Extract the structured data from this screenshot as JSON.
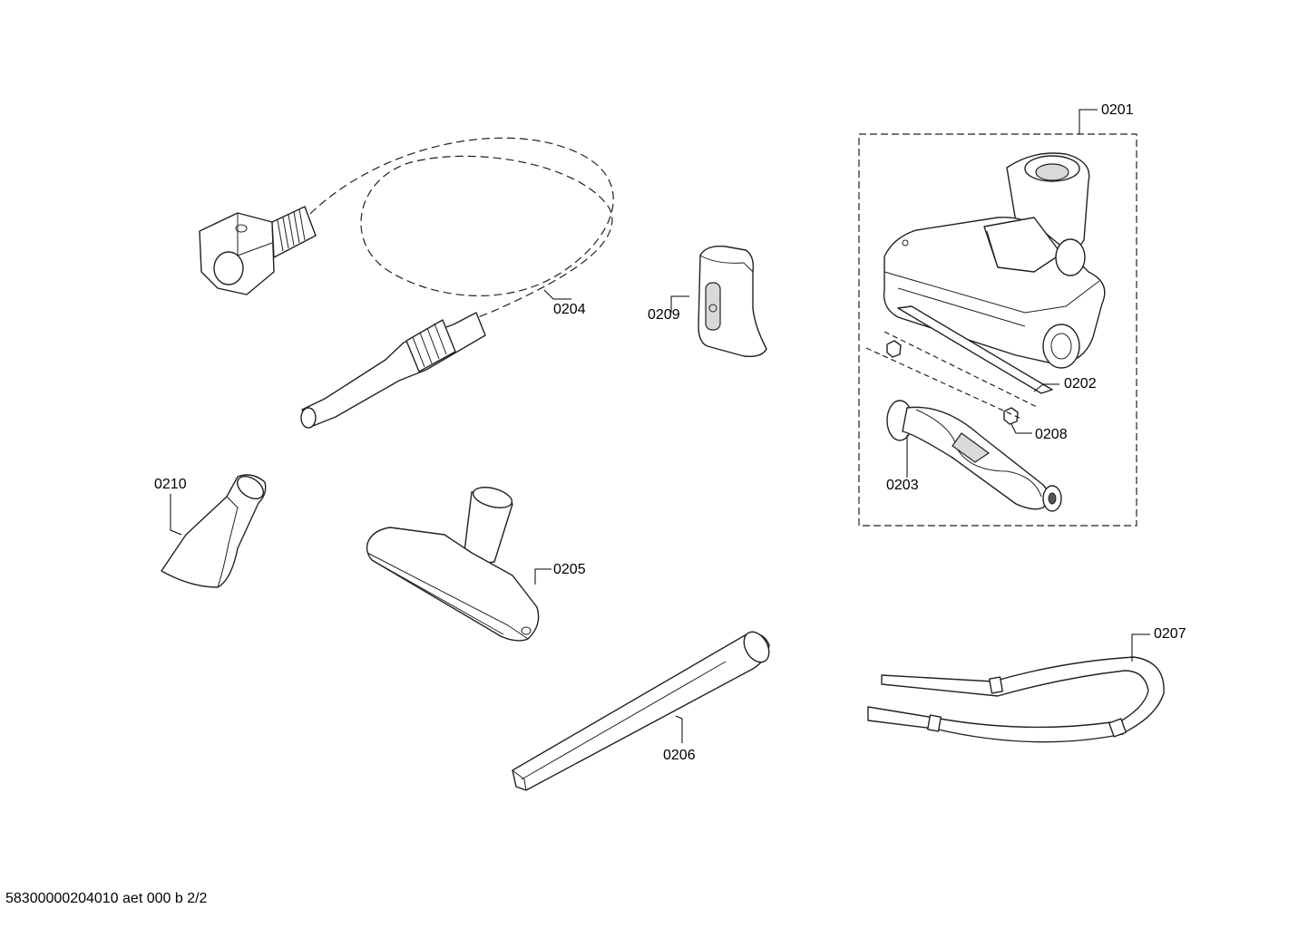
{
  "parts": [
    {
      "id": "0201",
      "label": "0201"
    },
    {
      "id": "0202",
      "label": "0202"
    },
    {
      "id": "0203",
      "label": "0203"
    },
    {
      "id": "0204",
      "label": "0204"
    },
    {
      "id": "0205",
      "label": "0205"
    },
    {
      "id": "0206",
      "label": "0206"
    },
    {
      "id": "0207",
      "label": "0207"
    },
    {
      "id": "0208",
      "label": "0208"
    },
    {
      "id": "0209",
      "label": "0209"
    },
    {
      "id": "0210",
      "label": "0210"
    }
  ],
  "footer": "58300000204010 aet 000 b 2/2"
}
